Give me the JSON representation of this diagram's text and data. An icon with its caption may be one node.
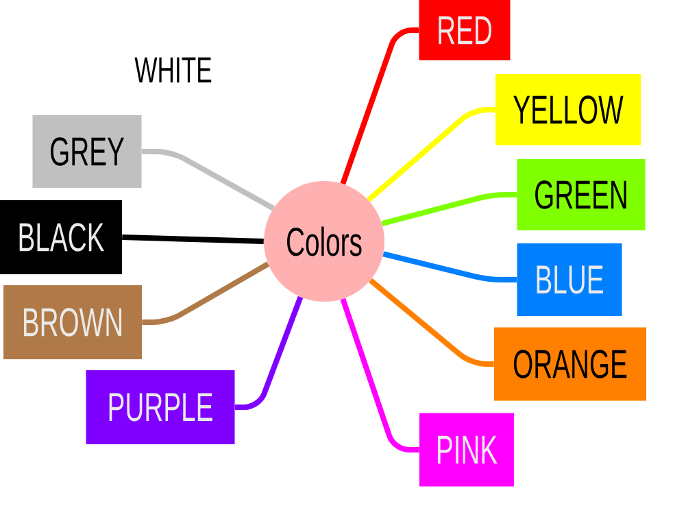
{
  "diagram": {
    "nodes": [
      {
        "text": [
          "Colors"
        ]
      },
      {
        "text": [
          "RED"
        ]
      },
      {
        "text": [
          "YELLOW"
        ]
      },
      {
        "text": [
          "GREEN"
        ]
      },
      {
        "text": [
          "BLUE"
        ]
      },
      {
        "text": [
          "ORANGE"
        ]
      },
      {
        "text": [
          "PINK"
        ]
      },
      {
        "text": [
          "PURPLE"
        ]
      },
      {
        "text": [
          "BROWN"
        ]
      },
      {
        "text": [
          "BLACK"
        ]
      },
      {
        "text": [
          "GREY"
        ]
      }
    ],
    "edges": [
      {
        "from": 0,
        "to": 1,
        "arrow": "none",
        "color": "#ff0000"
      },
      {
        "from": 0,
        "to": 2,
        "arrow": "none",
        "color": "#ffff00"
      },
      {
        "from": 0,
        "to": 3,
        "arrow": "none",
        "color": "#80ff00"
      },
      {
        "from": 0,
        "to": 4,
        "arrow": "none",
        "color": "#0080ff"
      },
      {
        "from": 0,
        "to": 5,
        "arrow": "none",
        "color": "#ff8000"
      },
      {
        "from": 0,
        "to": 6,
        "arrow": "none",
        "color": "#ff00ff"
      },
      {
        "from": 0,
        "to": 7,
        "arrow": "none",
        "color": "#8000ff"
      },
      {
        "from": 0,
        "to": 8,
        "arrow": "none",
        "color": "#b07a48"
      },
      {
        "from": 0,
        "to": 9,
        "arrow": "none",
        "color": "#000000"
      },
      {
        "from": 0,
        "to": 10,
        "arrow": "none",
        "color": "#c0c0c0"
      }
    ],
    "labels": [
      "WHITE"
    ]
  }
}
